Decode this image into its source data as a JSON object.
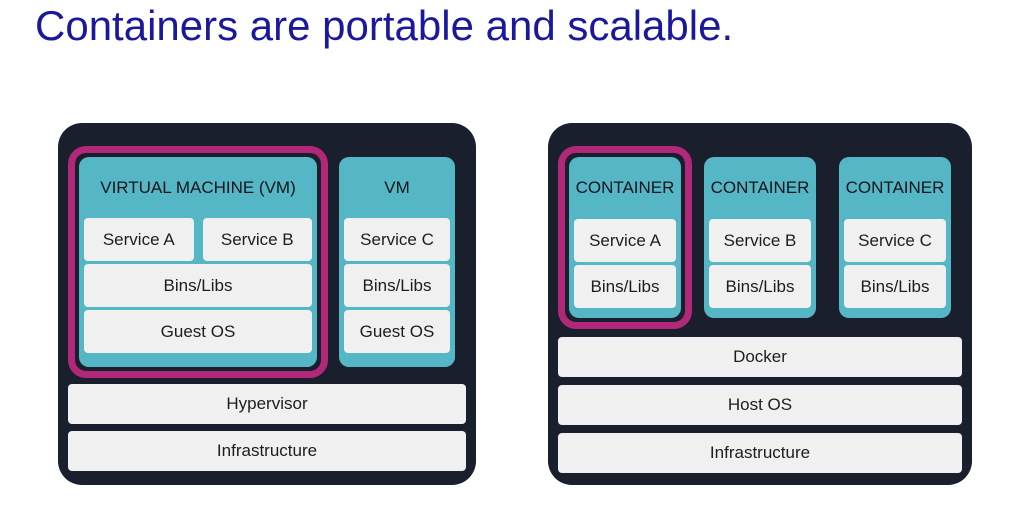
{
  "title": {
    "text": "Containers are portable and scalable."
  },
  "colors": {
    "title": "#1a189b",
    "panel": "#191f2d",
    "teal": "#55b7c6",
    "magenta": "#b12878",
    "lightbox": "#f0f0f1"
  },
  "vm_panel": {
    "vm_main": {
      "highlighted": true,
      "header": "VIRTUAL MACHINE (VM)",
      "services": [
        "Service A",
        "Service B"
      ],
      "layers": [
        "Bins/Libs",
        "Guest OS"
      ]
    },
    "vm_side": {
      "highlighted": false,
      "header": "VM",
      "services": [
        "Service C"
      ],
      "layers": [
        "Bins/Libs",
        "Guest OS"
      ]
    },
    "base_layers": [
      "Hypervisor",
      "Infrastructure"
    ]
  },
  "container_panel": {
    "containers": [
      {
        "header": "CONTAINER",
        "service": "Service A",
        "layer": "Bins/Libs",
        "highlighted": true
      },
      {
        "header": "CONTAINER",
        "service": "Service B",
        "layer": "Bins/Libs",
        "highlighted": false
      },
      {
        "header": "CONTAINER",
        "service": "Service C",
        "layer": "Bins/Libs",
        "highlighted": false
      }
    ],
    "base_layers": [
      "Docker",
      "Host OS",
      "Infrastructure"
    ]
  }
}
